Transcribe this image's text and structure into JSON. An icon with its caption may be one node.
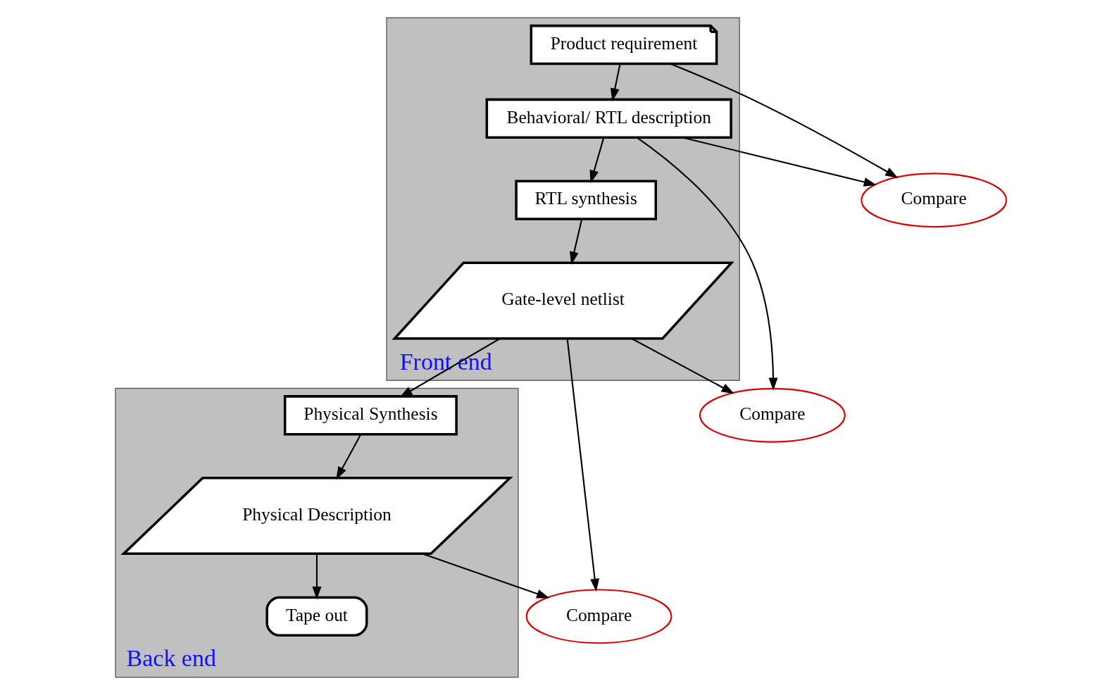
{
  "diagram": {
    "nodes": [
      {
        "text": [
          "Front end"
        ]
      },
      {
        "text": [
          "Product requirement"
        ],
        "in": 0
      },
      {
        "text": [
          "Behavioral/ RTL description"
        ],
        "in": 0
      },
      {
        "text": [
          "RTL synthesis"
        ],
        "in": 0
      },
      {
        "text": [
          "Gate-level netlist"
        ],
        "in": 0
      },
      {
        "text": [
          "Compare"
        ]
      },
      {
        "text": [
          "Compare"
        ]
      },
      {
        "text": [
          "Back end"
        ]
      },
      {
        "text": [
          "Physical Synthesis"
        ],
        "in": 7
      },
      {
        "text": [
          "Physical Description"
        ],
        "in": 7
      },
      {
        "text": [
          "Tape out"
        ],
        "in": 7
      },
      {
        "text": [
          "Compare"
        ]
      }
    ],
    "edges": [
      {
        "from": 1,
        "to": 2,
        "arrow": "to"
      },
      {
        "from": 2,
        "to": 3,
        "arrow": "to"
      },
      {
        "from": 3,
        "to": 4,
        "arrow": "to"
      },
      {
        "from": 1,
        "to": 5,
        "arrow": "to"
      },
      {
        "from": 2,
        "to": 5,
        "arrow": "to"
      },
      {
        "from": 2,
        "to": 6,
        "arrow": "to"
      },
      {
        "from": 4,
        "to": 6,
        "arrow": "to"
      },
      {
        "from": 4,
        "to": 11,
        "arrow": "to"
      },
      {
        "from": 4,
        "to": 8,
        "arrow": "to"
      },
      {
        "from": 8,
        "to": 9,
        "arrow": "to"
      },
      {
        "from": 9,
        "to": 10,
        "arrow": "to"
      },
      {
        "from": 9,
        "to": 11,
        "arrow": "to"
      }
    ]
  }
}
